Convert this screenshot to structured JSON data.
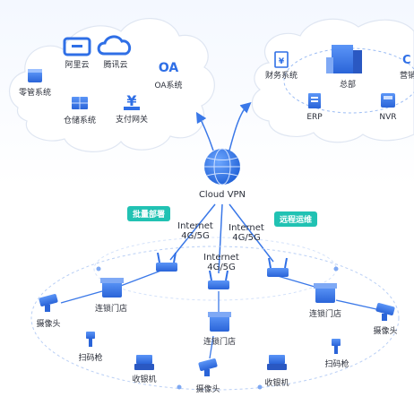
{
  "cloud_left": {
    "aliyun": "阿里云",
    "tencent": "腾讯云",
    "oa_logo": "OA",
    "oa": "OA系统",
    "retail": "零管系统",
    "warehouse": "仓储系统",
    "payment": "支付网关"
  },
  "cloud_right": {
    "finance": "财务系统",
    "hq": "总部",
    "erp": "ERP",
    "nvr": "NVR",
    "partial_logo": "C",
    "partial_label": "营销"
  },
  "center": {
    "vpn": "Cloud VPN",
    "tag_left": "批量部署",
    "tag_right": "远程运维",
    "net_left": [
      "Internet",
      "4G/5G"
    ],
    "net_mid": [
      "Internet",
      "4G/5G"
    ],
    "net_right": [
      "Internet",
      "4G/5G"
    ]
  },
  "stores": {
    "left": "连锁门店",
    "mid": "连锁门店",
    "right": "连锁门店"
  },
  "devices": {
    "camera_left": "摄像头",
    "camera_right": "摄像头",
    "camera_bottom": "摄像头",
    "scanner_left": "扫码枪",
    "scanner_right": "扫码枪",
    "pos_left": "收银机",
    "pos_right": "收银机"
  },
  "colors": {
    "primary": "#2f6fe6",
    "teal": "#21c2b3",
    "line": "#3a78e8"
  }
}
